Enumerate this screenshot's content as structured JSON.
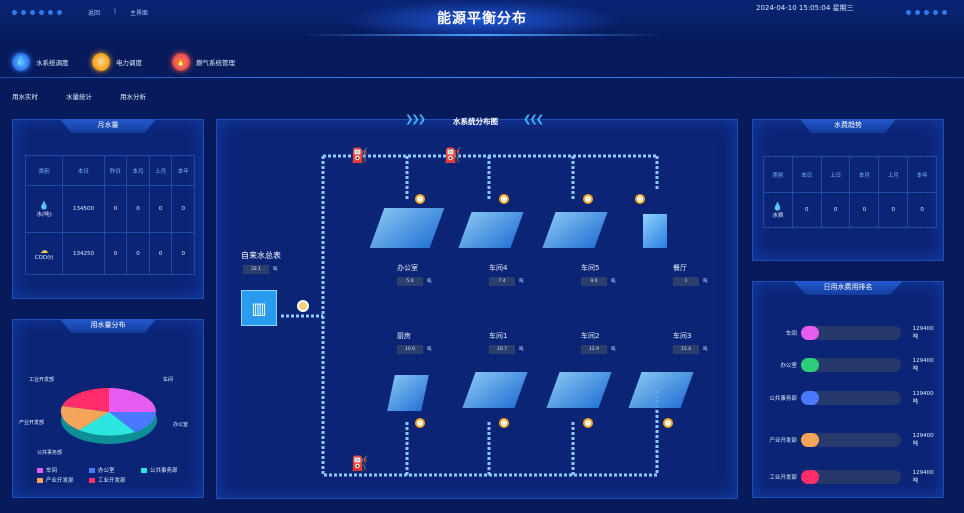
{
  "header": {
    "title": "能源平衡分布",
    "datetime": "2024-04-10 15:05:04  星期三",
    "links": [
      "返回",
      "|",
      "主界面"
    ]
  },
  "system_tabs": [
    {
      "label": "水系统调度",
      "icon": "water-drop-icon",
      "color": "#2f7cf0"
    },
    {
      "label": "电力调度",
      "icon": "lightning-icon",
      "color": "#f5a623"
    },
    {
      "label": "燃气系统管理",
      "icon": "flame-icon",
      "color": "#e54d4d"
    }
  ],
  "sub_tabs": [
    "用水实时",
    "水量统计",
    "用水分析"
  ],
  "monthly_water": {
    "title": "月水量",
    "columns": [
      "类别",
      "本日",
      "昨日",
      "本月",
      "上月",
      "本年"
    ],
    "rows": [
      {
        "name": "水(吨)",
        "icon": "water-icon",
        "values": [
          "134500",
          "0",
          "0",
          "0",
          "0"
        ]
      },
      {
        "name": "COD(t)",
        "icon": "cod-icon",
        "values": [
          "134250",
          "0",
          "0",
          "0",
          "0"
        ]
      }
    ]
  },
  "distribution": {
    "title": "用水量分布",
    "labels": {
      "top_left": "工业开发部",
      "top_right": "车间",
      "right": "办公室",
      "left": "产业开发部",
      "bottom": "公共事务部"
    },
    "legend": [
      {
        "label": "车间",
        "color": "#e65bf0"
      },
      {
        "label": "办公室",
        "color": "#4a78ff"
      },
      {
        "label": "公共事务部",
        "color": "#2ee6e0"
      },
      {
        "label": "产业开发部",
        "color": "#f5a55a"
      },
      {
        "label": "工业开发部",
        "color": "#ff2e6b"
      }
    ]
  },
  "water_map": {
    "title": "水系统分布图",
    "source_label": "自来水总表",
    "source_value": "32.1",
    "unit": "吨",
    "buildings_top": [
      {
        "name": "办公室",
        "value": "5.0"
      },
      {
        "name": "车间4",
        "value": "7.4"
      },
      {
        "name": "车间5",
        "value": "9.0"
      },
      {
        "name": "餐厅",
        "value": "1"
      }
    ],
    "buildings_bottom": [
      {
        "name": "厨房",
        "value": "10.0"
      },
      {
        "name": "车间1",
        "value": "10.7"
      },
      {
        "name": "车间2",
        "value": "12.9"
      },
      {
        "name": "车间3",
        "value": "15.4"
      }
    ]
  },
  "water_trend": {
    "title": "水费趋势",
    "columns": [
      "类别",
      "本日",
      "上日",
      "本月",
      "上月",
      "本年"
    ],
    "rows": [
      {
        "name": "水费",
        "icon": "water-icon",
        "values": [
          "0",
          "0",
          "0",
          "0",
          "0"
        ]
      }
    ]
  },
  "ranking": {
    "title": "日用水费用排名",
    "items": [
      {
        "label": "车间",
        "value": "129400吨",
        "color": "#e65bf0",
        "fraction": 0.18
      },
      {
        "label": "办公室",
        "value": "129400吨",
        "color": "#2ecf7a",
        "fraction": 0.18
      },
      {
        "label": "公共事务部",
        "value": "129400吨",
        "color": "#4a78ff",
        "fraction": 0.18
      },
      {
        "label": "产业开发部",
        "value": "129400吨",
        "color": "#f5a55a",
        "fraction": 0.18
      },
      {
        "label": "工业开发部",
        "value": "129400吨",
        "color": "#ff2e6b",
        "fraction": 0.18
      }
    ]
  }
}
